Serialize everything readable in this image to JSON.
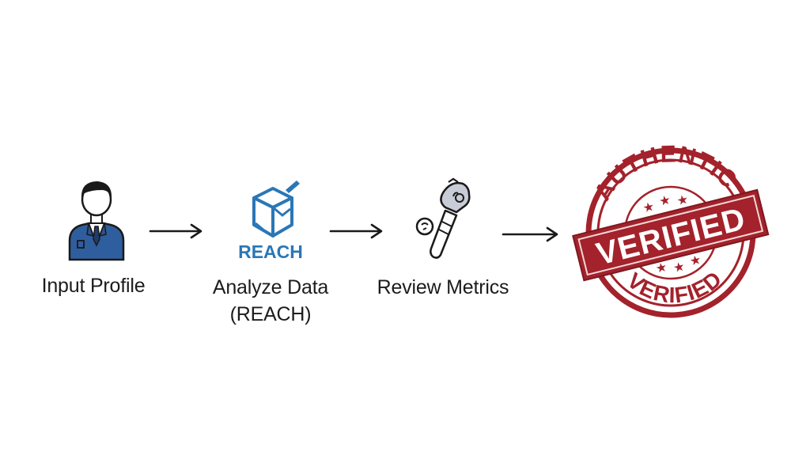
{
  "steps": [
    {
      "label": "Input Profile",
      "icon": "user-profile-icon"
    },
    {
      "label": "Analyze Data\n(REACH)",
      "label_line1": "Analyze Data",
      "label_line2": "(REACH)",
      "icon": "reach-data-box-icon",
      "icon_text": "REACH"
    },
    {
      "label": "Review Metrics",
      "icon": "magnifier-review-icon"
    }
  ],
  "stamp": {
    "top_text": "AUTHENTIC",
    "banner_text": "VERIFIED",
    "bottom_text": "VERIFIED",
    "color": "#a3222b"
  },
  "colors": {
    "text": "#1c1c1c",
    "arrow": "#1a1a1a",
    "profile_suit": "#2f5e9e",
    "reach_blue": "#2a77b6",
    "stamp_red": "#a3222b"
  }
}
